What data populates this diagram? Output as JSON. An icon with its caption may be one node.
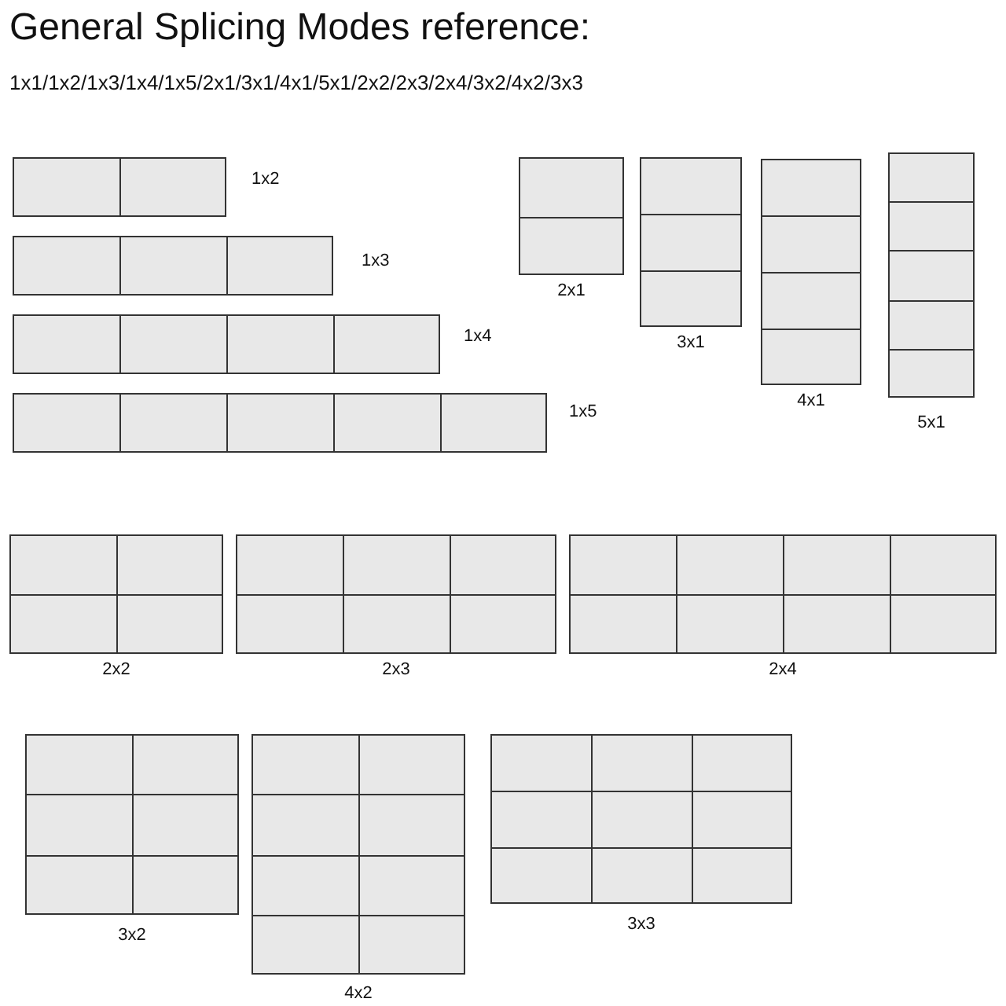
{
  "diagram": {
    "title": "General Splicing Modes reference:",
    "nodes": [
      {
        "text": [
          "1x2"
        ]
      },
      {
        "text": [
          "2x1"
        ]
      },
      {
        "text": [
          "3x1"
        ]
      },
      {
        "text": [
          "4x1"
        ]
      },
      {
        "text": [
          "5x1"
        ]
      },
      {
        "text": [
          "1x3"
        ]
      },
      {
        "text": [
          "1x4"
        ]
      },
      {
        "text": [
          "1x5"
        ]
      },
      {
        "text": [
          "2x2"
        ]
      },
      {
        "text": [
          "2x3"
        ]
      },
      {
        "text": [
          "2x4"
        ]
      },
      {
        "text": [
          "3x2"
        ]
      },
      {
        "text": [
          "4x2"
        ]
      },
      {
        "text": [
          "3x3"
        ]
      }
    ],
    "labels": [
      "1x1/1x2/1x3/1x4/1x5/2x1/3x1/4x1/5x1/2x2/2x3/2x4/3x2/4x2/3x3"
    ]
  }
}
